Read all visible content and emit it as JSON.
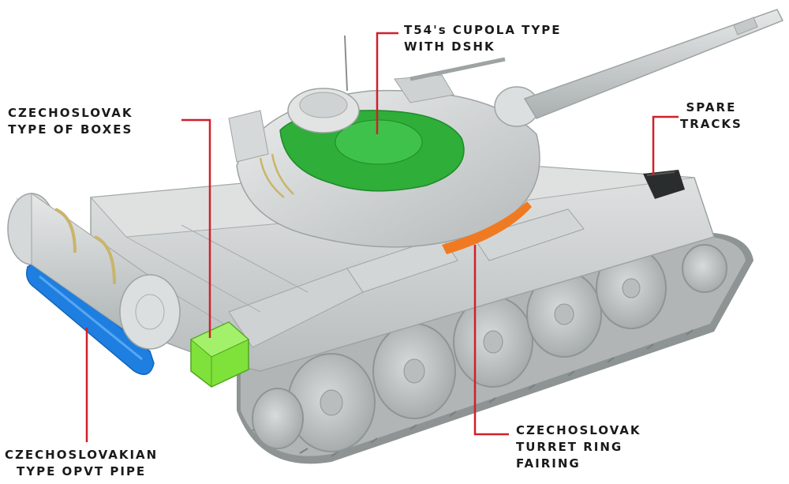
{
  "callouts": {
    "cupola": {
      "line1": "T54's CUPOLA TYPE",
      "line2": "WITH DSHK"
    },
    "boxes": {
      "line1": "CZECHOSLOVAK",
      "line2": "TYPE OF BOXES"
    },
    "tracks": {
      "line1": "SPARE",
      "line2": "TRACKS"
    },
    "fairing": {
      "line1": "CZECHOSLOVAK",
      "line2": "TURRET RING",
      "line3": "FAIRING"
    },
    "opvt": {
      "line1": "CZECHOSLOVAKIAN",
      "line2": "TYPE OPVT PIPE"
    }
  },
  "colors": {
    "leader_line": "#d0202a",
    "model_grey": "#c9cccc",
    "highlight_green_cupola": "#2fae3a",
    "highlight_green_box": "#7fe23a",
    "highlight_blue_pipe": "#1e7fe0",
    "highlight_orange_fairing": "#f07a22"
  }
}
